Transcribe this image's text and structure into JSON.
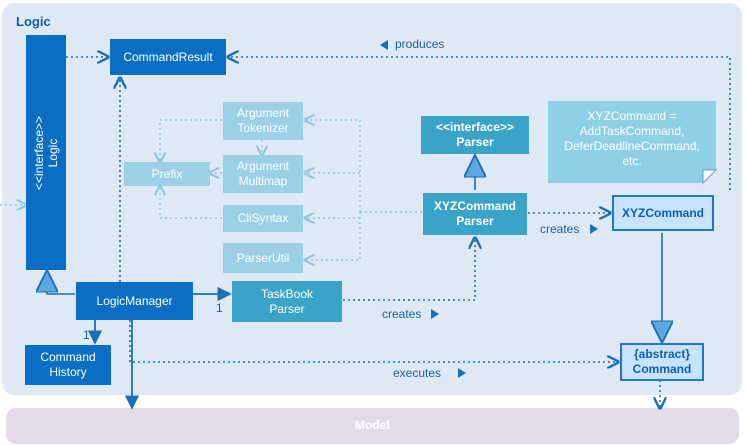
{
  "logic_title": "Logic",
  "model_label": "Model",
  "interface_logic": "<<interface>>\nLogic",
  "command_result": "CommandResult",
  "argument_tokenizer": "Argument\nTokenizer",
  "argument_multimap": "Argument\nMultimap",
  "prefix": "Prefix",
  "cli_syntax": "CliSyntax",
  "parser_util": "ParserUtil",
  "interface_parser": "<<interface>>\nParser",
  "xyz_command_parser": "XYZCommand\nParser",
  "xyz_command": "XYZCommand",
  "note_text": "XYZCommand =\nAddTaskCommand,\nDeferDeadlineCommand,\netc.",
  "logic_manager": "LogicManager",
  "taskbook_parser": "TaskBook\nParser",
  "command_history": "Command\nHistory",
  "abstract_command": "{abstract}\nCommand",
  "label_produces": "produces",
  "label_creates_top": "creates",
  "label_creates_bottom": "creates",
  "label_executes": "executes",
  "label_mult_history": "1",
  "label_mult_parser": "1",
  "colors": {
    "panel": "#dfe9f5",
    "model": "#e3dbe8",
    "dark_class": "#0a6fc2",
    "mid_class": "#3aa3c8",
    "light_class": "#9bd0e6",
    "arrow": "#1a6fb5"
  }
}
